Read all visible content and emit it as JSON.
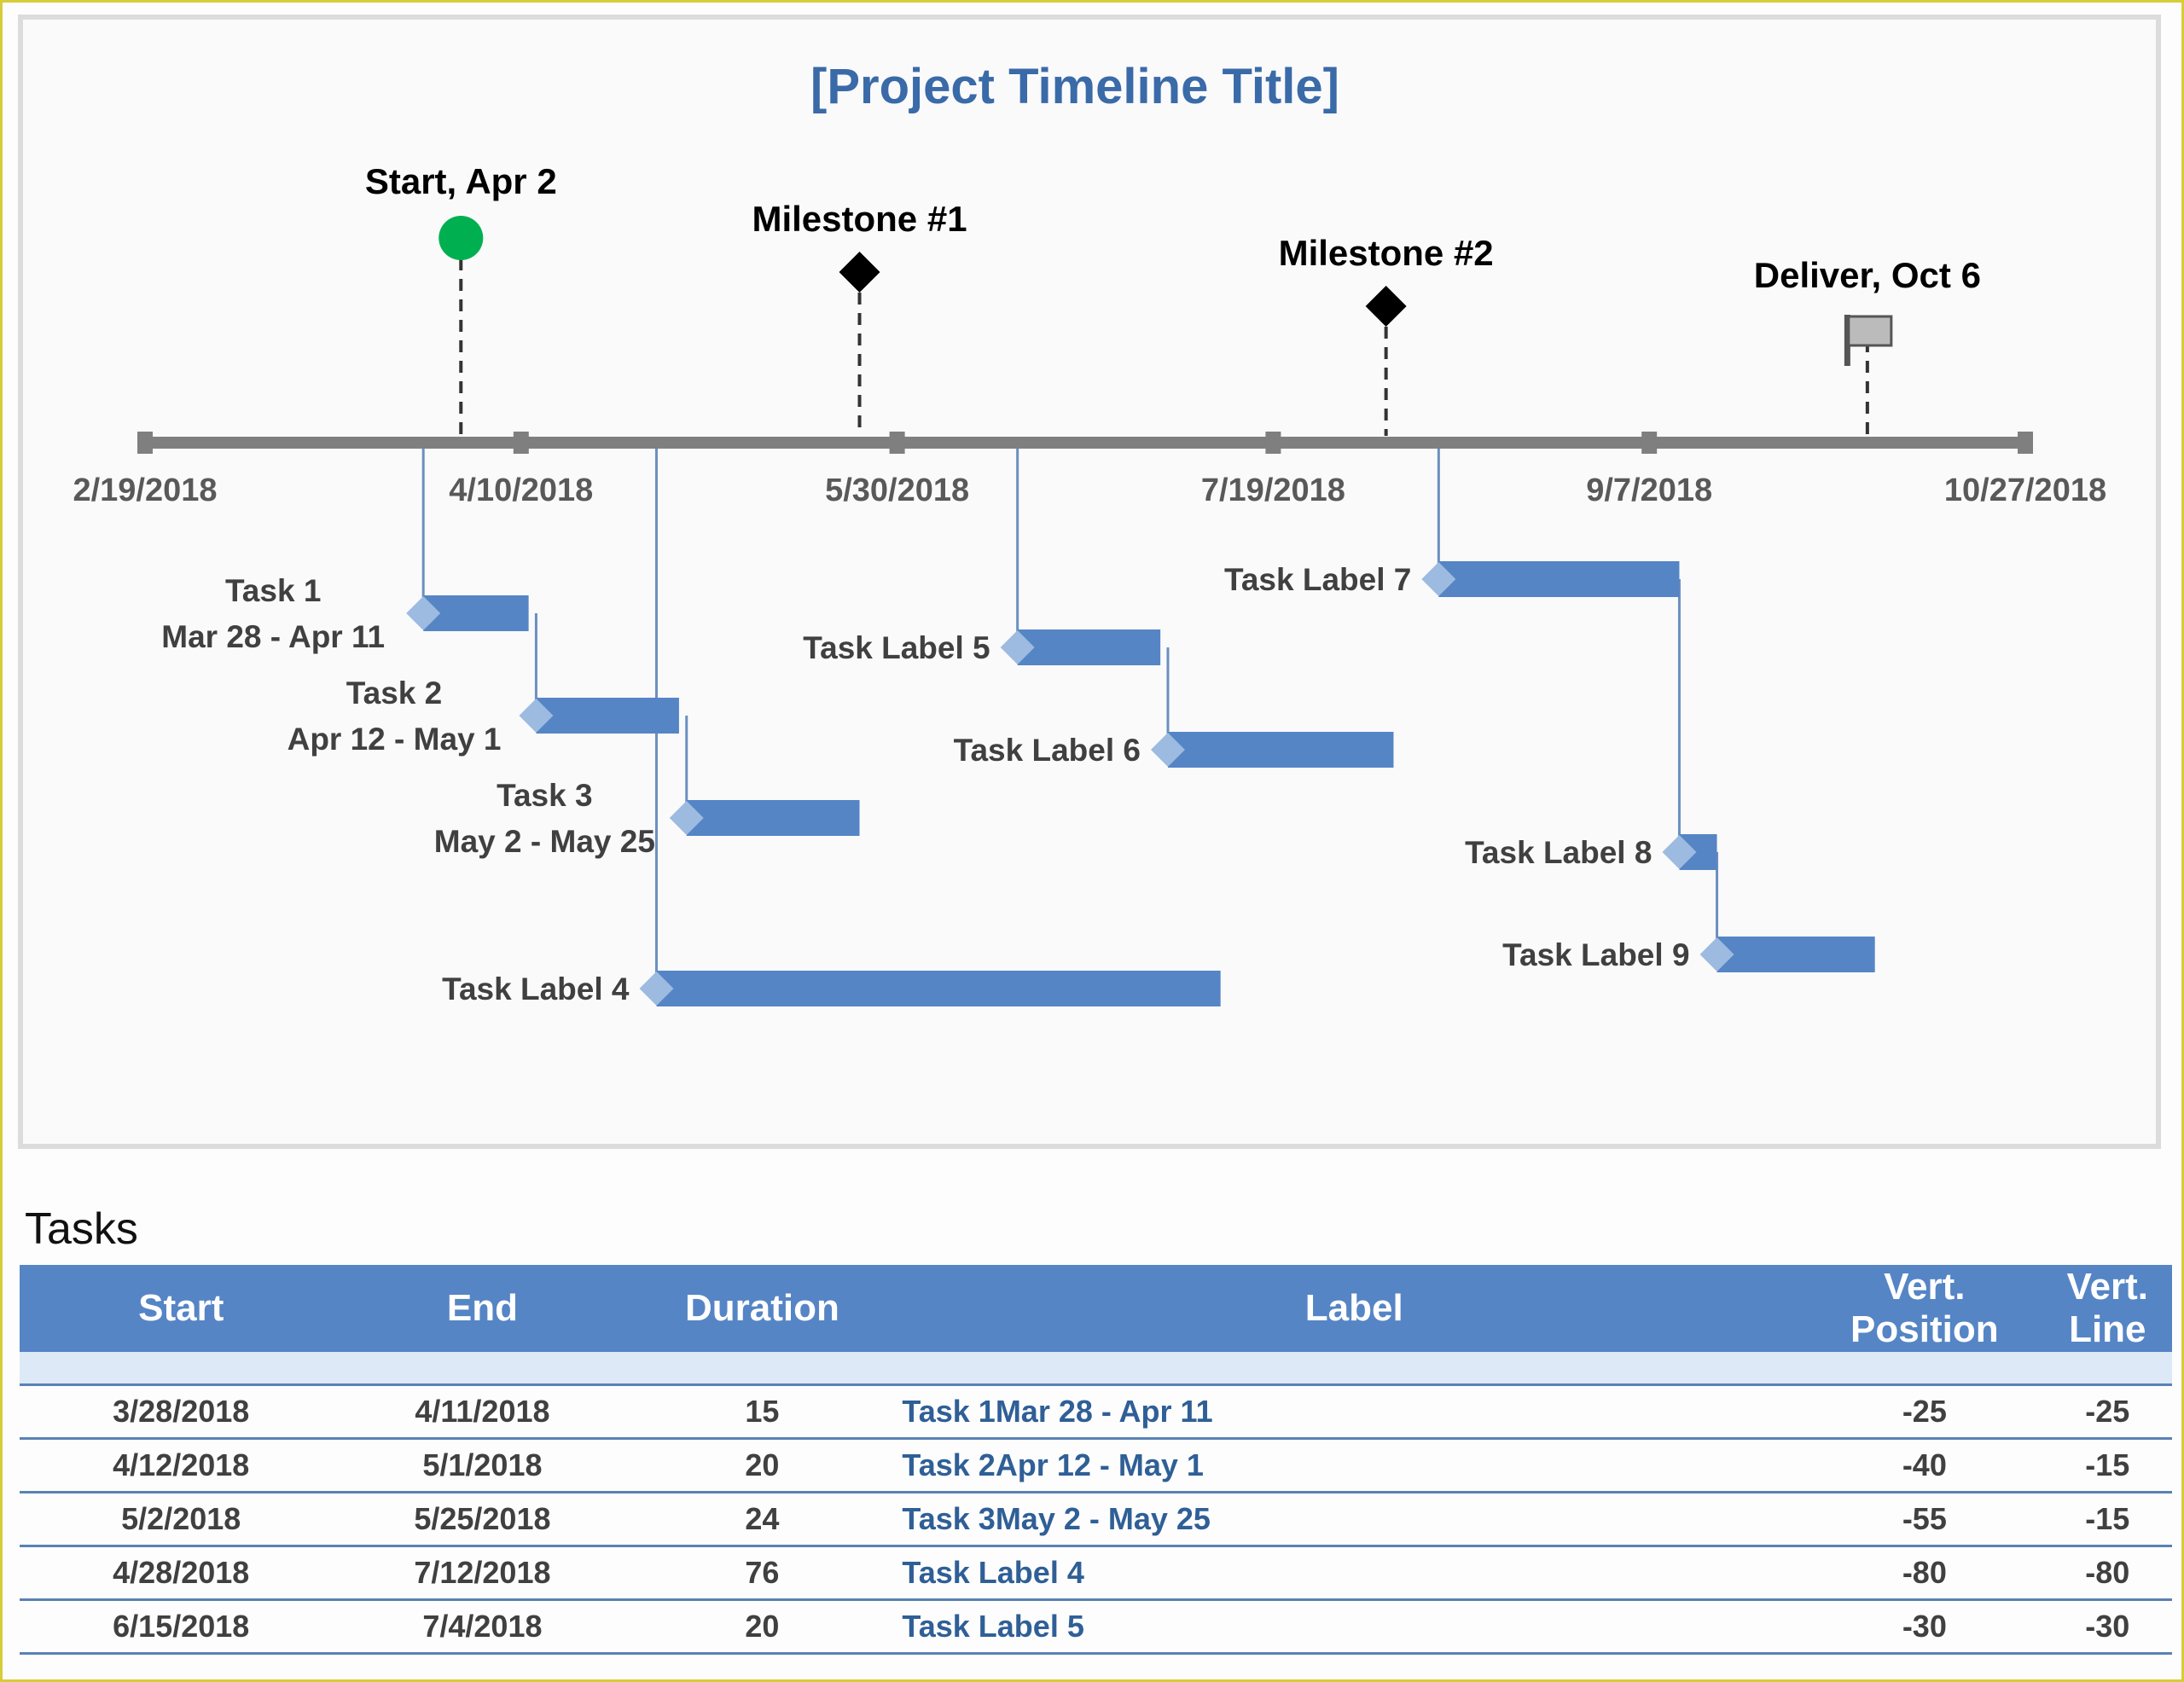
{
  "colors": {
    "title": "#3a6aa8",
    "axis": "#7f7f7f",
    "bar": "#5585c5",
    "marker": "#9dbbe0",
    "connector": "#6c8fbf",
    "start": "#00b050",
    "milestone": "#000000",
    "text": "#404040"
  },
  "chart_data": {
    "type": "timeline",
    "title": "[Project Timeline Title]",
    "xlim": [
      "2/19/2018",
      "10/27/2018"
    ],
    "tick_labels": [
      "2/19/2018",
      "4/10/2018",
      "5/30/2018",
      "7/19/2018",
      "9/7/2018",
      "10/27/2018"
    ],
    "milestones": [
      {
        "label": "Start, Apr 2",
        "date": "4/2/2018",
        "icon": "circle-icon",
        "height": 30
      },
      {
        "label": "Milestone #1",
        "date": "5/25/2018",
        "icon": "diamond-icon",
        "height": 25
      },
      {
        "label": "Milestone #2",
        "date": "8/3/2018",
        "icon": "diamond-icon",
        "height": 20
      },
      {
        "label": "Deliver, Oct 6",
        "date": "10/6/2018",
        "icon": "checkered-flag-icon",
        "height": 15
      }
    ],
    "tasks": [
      {
        "label": [
          "Task 1",
          "Mar 28 - Apr 11"
        ],
        "start": "3/28/2018",
        "end": "4/11/2018",
        "vert_position": -25,
        "vert_line": -25
      },
      {
        "label": [
          "Task 2",
          "Apr 12 - May 1"
        ],
        "start": "4/12/2018",
        "end": "5/1/2018",
        "vert_position": -40,
        "vert_line": -15
      },
      {
        "label": [
          "Task 3",
          "May 2 - May 25"
        ],
        "start": "5/2/2018",
        "end": "5/25/2018",
        "vert_position": -55,
        "vert_line": -15
      },
      {
        "label": [
          "Task Label 4"
        ],
        "start": "4/28/2018",
        "end": "7/12/2018",
        "vert_position": -80,
        "vert_line": -80
      },
      {
        "label": [
          "Task Label 5"
        ],
        "start": "6/15/2018",
        "end": "7/4/2018",
        "vert_position": -30,
        "vert_line": -30
      },
      {
        "label": [
          "Task Label 6"
        ],
        "start": "7/5/2018",
        "end": "8/4/2018",
        "vert_position": -45,
        "vert_line": -15
      },
      {
        "label": [
          "Task Label 7"
        ],
        "start": "8/10/2018",
        "end": "9/11/2018",
        "vert_position": -20,
        "vert_line": -20
      },
      {
        "label": [
          "Task Label 8"
        ],
        "start": "9/11/2018",
        "end": "9/16/2018",
        "vert_position": -60,
        "vert_line": -40
      },
      {
        "label": [
          "Task Label 9"
        ],
        "start": "9/16/2018",
        "end": "10/7/2018",
        "vert_position": -75,
        "vert_line": -15
      }
    ]
  },
  "table": {
    "title": "Tasks",
    "headers": [
      "Start",
      "End",
      "Duration",
      "Label",
      "Vert. Position",
      "Vert. Line"
    ],
    "rows": [
      [
        "3/28/2018",
        "4/11/2018",
        "15",
        "Task 1Mar 28 - Apr 11",
        "-25",
        "-25"
      ],
      [
        "4/12/2018",
        "5/1/2018",
        "20",
        "Task 2Apr 12 - May 1",
        "-40",
        "-15"
      ],
      [
        "5/2/2018",
        "5/25/2018",
        "24",
        "Task 3May 2 - May 25",
        "-55",
        "-15"
      ],
      [
        "4/28/2018",
        "7/12/2018",
        "76",
        "Task Label 4",
        "-80",
        "-80"
      ],
      [
        "6/15/2018",
        "7/4/2018",
        "20",
        "Task Label 5",
        "-30",
        "-30"
      ]
    ]
  }
}
